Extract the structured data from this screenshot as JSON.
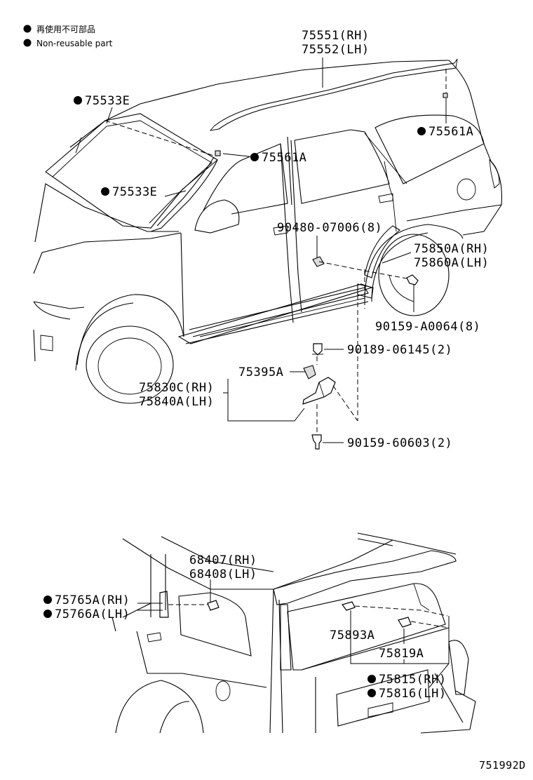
{
  "legend": {
    "line1": "再使用不可部品",
    "line2": "Non-reusable part"
  },
  "top_view": {
    "labels": {
      "roof_rack_rh": "75551(RH)",
      "roof_rack_lh": "75552(LH)",
      "windshield_molding_upper": "75533E",
      "windshield_molding_side": "75533E",
      "rack_cover_front": "75561A",
      "rack_cover_rear": "75561A",
      "clip_90480": "90480-07006(8)",
      "mudguard_rh": "75850A(RH)",
      "mudguard_lh": "75860A(LH)",
      "screw_90159_a0064": "90159-A0064(8)",
      "nut_90189": "90189-06145(2)",
      "bracket_75395a": "75395A",
      "step_rh": "75830C(RH)",
      "step_lh": "75840A(LH)",
      "bolt_90159_60603": "90159-60603(2)"
    }
  },
  "bottom_view": {
    "labels": {
      "garnish_rh": "68407(RH)",
      "garnish_lh": "68408(LH)",
      "pillar_molding_rh": "75765A(RH)",
      "pillar_molding_lh": "75766A(LH)",
      "clip_75893a": "75893A",
      "clip_75819a": "75819A",
      "back_door_molding_rh": "75815(RH)",
      "back_door_molding_lh": "75816(LH)"
    }
  },
  "diagram_id": "751992D"
}
